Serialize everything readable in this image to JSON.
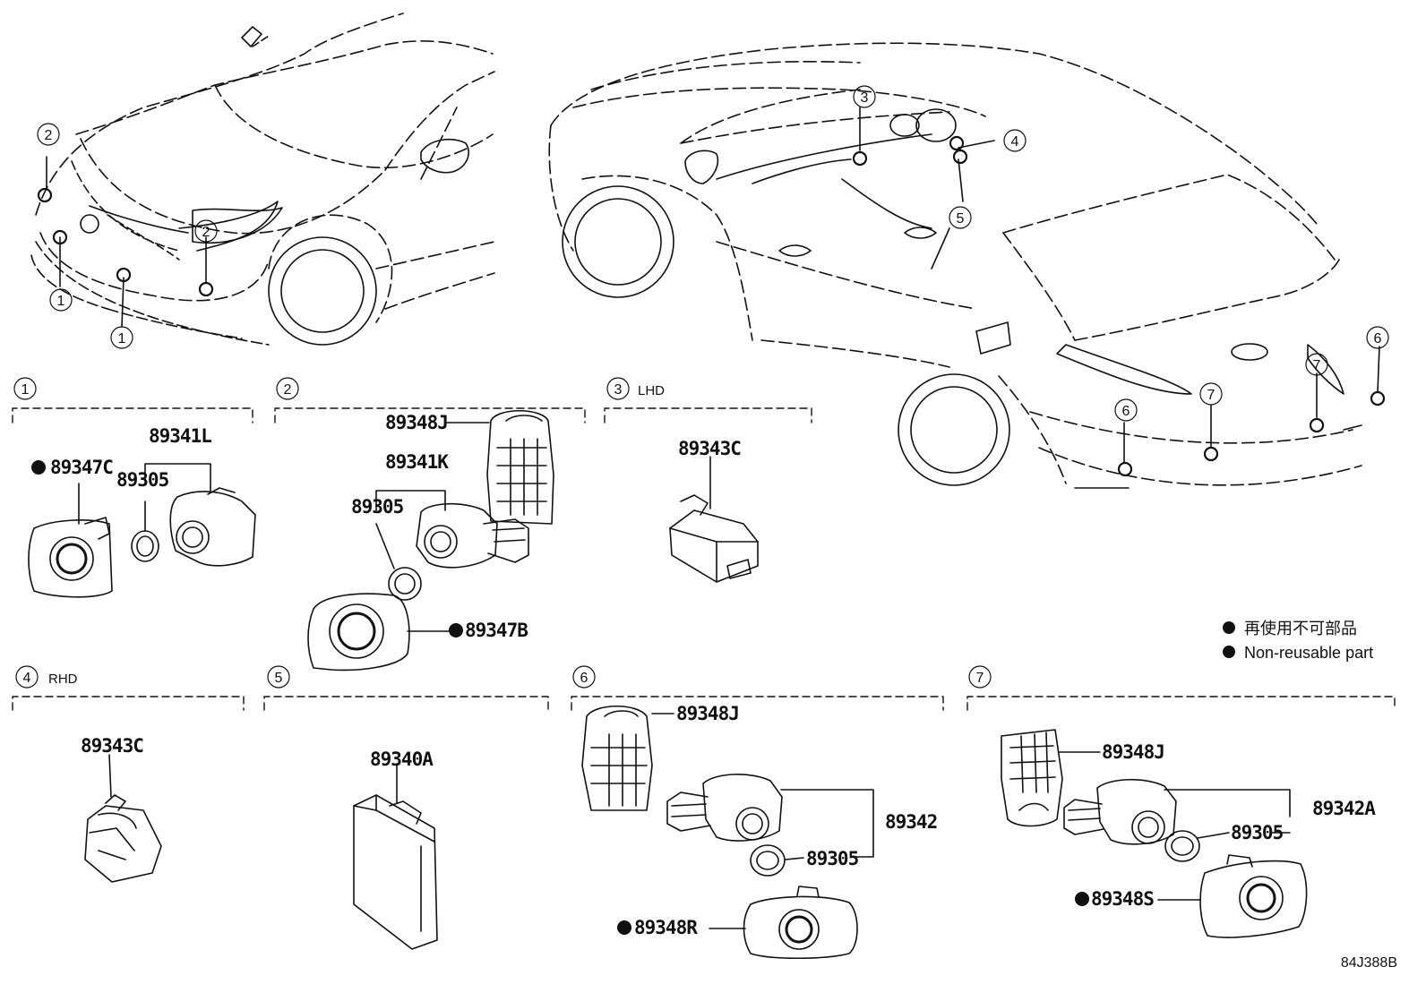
{
  "callouts": {
    "c1": "1",
    "c2": "2",
    "c3": "3",
    "c4": "4",
    "c5": "5",
    "c6": "6",
    "c7": "7"
  },
  "sections": [
    {
      "num": "1",
      "note": ""
    },
    {
      "num": "2",
      "note": ""
    },
    {
      "num": "3",
      "note": "LHD"
    },
    {
      "num": "4",
      "note": "RHD"
    },
    {
      "num": "5",
      "note": ""
    },
    {
      "num": "6",
      "note": ""
    },
    {
      "num": "7",
      "note": ""
    }
  ],
  "parts": {
    "s1_assy": "89341L",
    "s1_cover": "89347C",
    "s1_ring": "89305",
    "s2_bracket": "89348J",
    "s2_assy": "89341K",
    "s2_ring": "89305",
    "s2_cover": "89347B",
    "s3_relay": "89343C",
    "s4_relay": "89343C",
    "s5_ecu": "89340A",
    "s6_bracket": "89348J",
    "s6_assy": "89342",
    "s6_ring": "89305",
    "s6_cover": "89348R",
    "s7_bracket": "89348J",
    "s7_assy": "89342A",
    "s7_ring": "89305",
    "s7_cover": "89348S"
  },
  "legend": {
    "line1": "再使用不可部品",
    "line2": "Non-reusable part"
  },
  "diagram_code": "84J388B"
}
